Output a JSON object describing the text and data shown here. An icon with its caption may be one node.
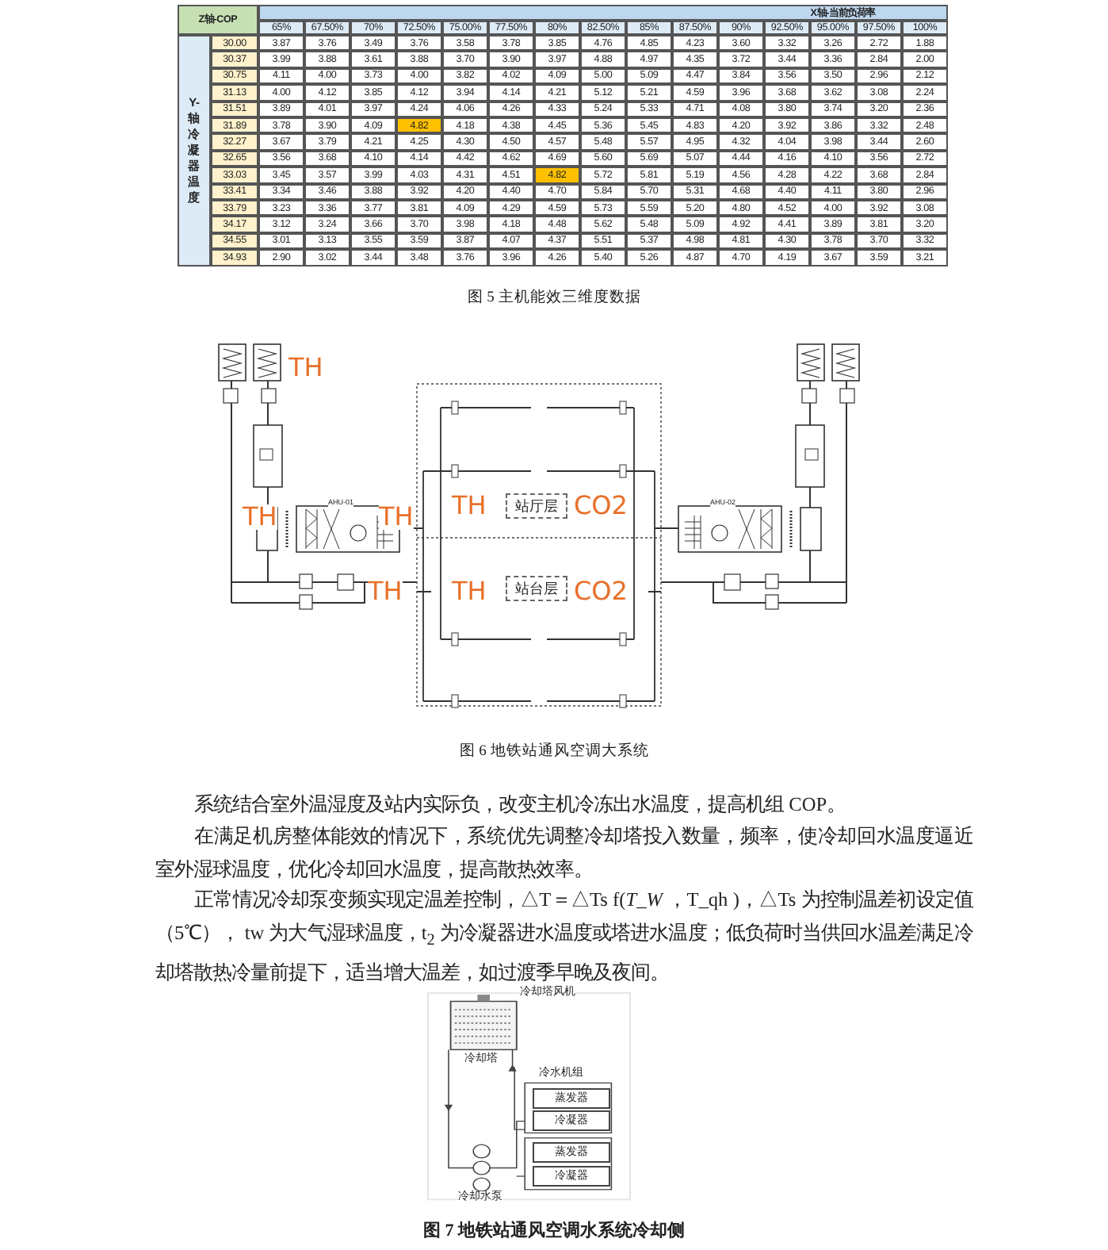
{
  "diagram": {
    "nodes": [
      {
        "text": [
          "站厅层"
        ]
      },
      {
        "text": [
          "站台层"
        ]
      },
      {
        "text": [
          "蒸发器"
        ]
      },
      {
        "text": [
          "冷凝器"
        ]
      },
      {
        "text": [
          "蒸发器"
        ]
      },
      {
        "text": [
          "冷凝器"
        ]
      }
    ],
    "labels": [
      "Z轴-COP",
      "X轴-当前负荷率",
      "65%",
      "67.50%",
      "70%",
      "72.50%",
      "75.00%",
      "77.50%",
      "80%",
      "82.50%",
      "85%",
      "87.50%",
      "90%",
      "92.50%",
      "95.00%",
      "97.50%",
      "100%",
      "Y-轴冷凝器温度",
      "30.00",
      "3.87",
      "3.76",
      "3.49",
      "3.76",
      "3.58",
      "3.78",
      "3.85",
      "4.76",
      "4.85",
      "4.23",
      "3.60",
      "3.32",
      "3.26",
      "2.72",
      "1.88",
      "30.37",
      "3.99",
      "3.88",
      "3.61",
      "3.88",
      "3.70",
      "3.90",
      "3.97",
      "4.88",
      "4.97",
      "4.35",
      "3.72",
      "3.44",
      "3.36",
      "2.84",
      "2.00",
      "30.75",
      "4.11",
      "4.00",
      "3.73",
      "4.00",
      "3.82",
      "4.02",
      "4.09",
      "5.00",
      "5.09",
      "4.47",
      "3.84",
      "3.56",
      "3.50",
      "2.96",
      "2.12",
      "31.13",
      "4.00",
      "4.12",
      "3.85",
      "4.12",
      "3.94",
      "4.14",
      "4.21",
      "5.12",
      "5.21",
      "4.59",
      "3.96",
      "3.68",
      "3.62",
      "3.08",
      "2.24",
      "31.51",
      "3.89",
      "4.01",
      "3.97",
      "4.24",
      "4.06",
      "4.26",
      "4.33",
      "5.24",
      "5.33",
      "4.71",
      "4.08",
      "3.80",
      "3.74",
      "3.20",
      "2.36",
      "31.89",
      "3.78",
      "3.90",
      "4.09",
      "4.82",
      "4.18",
      "4.38",
      "4.45",
      "5.36",
      "5.45",
      "4.83",
      "4.20",
      "3.92",
      "3.86",
      "3.32",
      "2.48",
      "32.27",
      "3.67",
      "3.79",
      "4.21",
      "4.25",
      "4.30",
      "4.50",
      "4.57",
      "5.48",
      "5.57",
      "4.95",
      "4.32",
      "4.04",
      "3.98",
      "3.44",
      "2.60",
      "32.65",
      "3.56",
      "3.68",
      "4.10",
      "4.14",
      "4.42",
      "4.62",
      "4.69",
      "5.60",
      "5.69",
      "5.07",
      "4.44",
      "4.16",
      "4.10",
      "3.56",
      "2.72",
      "33.03",
      "3.45",
      "3.57",
      "3.99",
      "4.03",
      "4.31",
      "4.51",
      "4.82",
      "5.72",
      "5.81",
      "5.19",
      "4.56",
      "4.28",
      "4.22",
      "3.68",
      "2.84",
      "33.41",
      "3.34",
      "3.46",
      "3.88",
      "3.92",
      "4.20",
      "4.40",
      "4.70",
      "5.84",
      "5.70",
      "5.31",
      "4.68",
      "4.40",
      "4.11",
      "3.80",
      "2.96",
      "33.79",
      "3.23",
      "3.36",
      "3.77",
      "3.81",
      "4.09",
      "4.29",
      "4.59",
      "5.73",
      "5.59",
      "5.20",
      "4.80",
      "4.52",
      "4.00",
      "3.92",
      "3.08",
      "34.17",
      "3.12",
      "3.24",
      "3.66",
      "3.70",
      "3.98",
      "4.18",
      "4.48",
      "5.62",
      "5.48",
      "5.09",
      "4.92",
      "4.41",
      "3.89",
      "3.81",
      "3.20",
      "34.55",
      "3.01",
      "3.13",
      "3.55",
      "3.59",
      "3.87",
      "4.07",
      "4.37",
      "5.51",
      "5.37",
      "4.98",
      "4.81",
      "4.30",
      "3.78",
      "3.70",
      "3.32",
      "34.93",
      "2.90",
      "3.02",
      "3.44",
      "3.48",
      "3.76",
      "3.96",
      "4.26",
      "5.40",
      "5.26",
      "4.87",
      "4.70",
      "4.19",
      "3.67",
      "3.59",
      "3.21",
      "图 5 主机能效三维度数据",
      "TH",
      "TH",
      "AHU-01",
      "TH",
      "TH",
      "CO2",
      "AHU-02",
      "TH",
      "TH",
      "CO2",
      "图 6 地铁站通风空调大系统",
      "系统结合室外温湿度及站内实际负，改变主机冷冻出水温度，提高机组 COP。",
      "在满足机房整体能效的情况下，系统优先调整冷却塔投入数量，频率，使冷却回水温度逼近室外湿球温度，优化冷却回水温度，提高散热效率。",
      "正常情况冷却泵变频实现定温差控制，△T＝△Ts f(*T_W* ，T_qh )，△Ts 为控制温差初设定值（5℃）， tw 为大气湿球温度，t$_{2}$ 为冷凝器进水温度或塔进水温度；低负荷时当供回水温差满足冷却塔散热冷量前提下，适当增大温差，如过渡季早晚及夜间。",
      "冷却塔风机",
      "冷却塔",
      "冷水机组",
      "冷却水泵",
      "图 7 地铁站通风空调水系统冷却侧"
    ]
  }
}
